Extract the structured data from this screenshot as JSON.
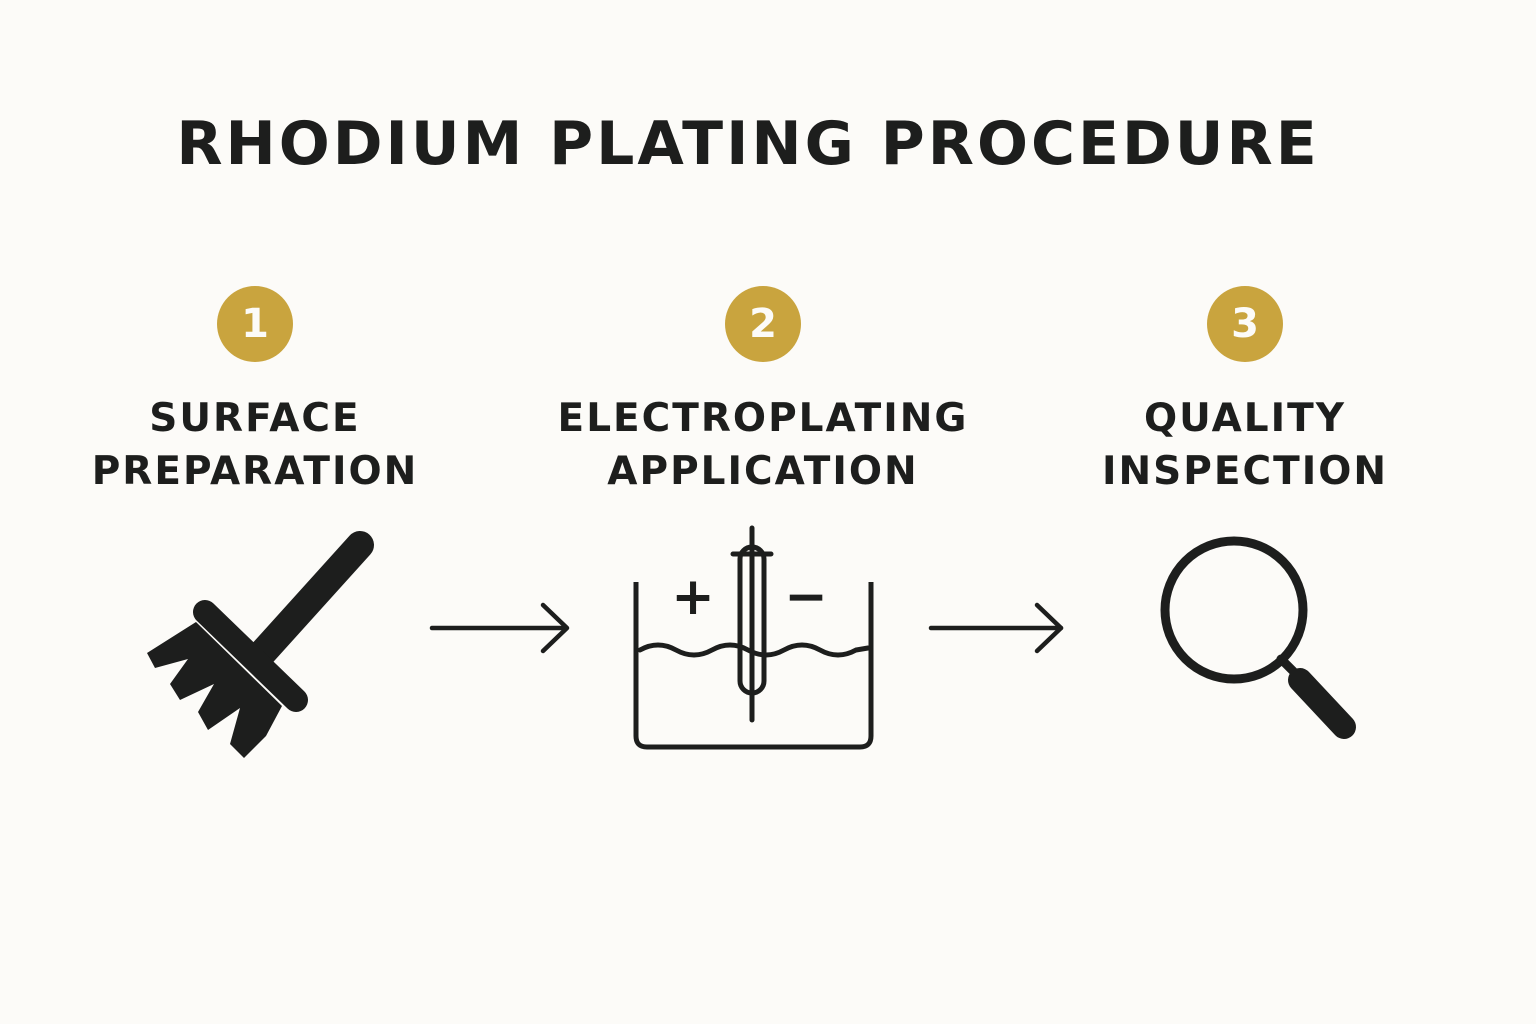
{
  "title": "RHODIUM PLATING PROCEDURE",
  "colors": {
    "accent": "#c9a43e",
    "ink": "#1d1e1d",
    "background": "#fcfbf8"
  },
  "steps": [
    {
      "number": "1",
      "line1": "SURFACE",
      "line2": "PREPARATION",
      "icon": "brush-icon"
    },
    {
      "number": "2",
      "line1": "ELECTROPLATING",
      "line2": "APPLICATION",
      "icon": "electroplating-bath-icon"
    },
    {
      "number": "3",
      "line1": "QUALITY",
      "line2": "INSPECTION",
      "icon": "magnifying-glass-icon"
    }
  ],
  "bath": {
    "plus": "+",
    "minus": "−"
  }
}
